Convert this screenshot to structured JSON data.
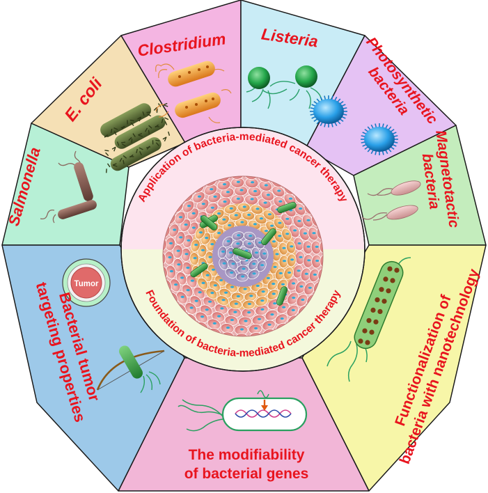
{
  "diagram": {
    "segments": [
      {
        "id": "salmonella",
        "label": "Salmonella",
        "color": "#b7f0d6"
      },
      {
        "id": "ecoli",
        "label": "E. coli",
        "color": "#f5e0b5"
      },
      {
        "id": "clostridium",
        "label": "Clostridium",
        "color": "#f4b5e2"
      },
      {
        "id": "listeria",
        "label": "Listeria",
        "color": "#c9ecf6"
      },
      {
        "id": "photosynthetic",
        "label_lines": [
          "Photosynthetic",
          "bacteria"
        ],
        "color": "#e5c2f4"
      },
      {
        "id": "magnetotactic",
        "label_lines": [
          "Magnetotactic",
          "bacteria"
        ],
        "color": "#c4edbd"
      },
      {
        "id": "nanotech",
        "label_lines": [
          "Functionalization of",
          "bacteria with nanotechnology"
        ],
        "color": "#f7f6a8"
      },
      {
        "id": "genes",
        "label_lines": [
          "The modifiability",
          "of bacterial genes"
        ],
        "color": "#f2b6d7"
      },
      {
        "id": "targeting",
        "label_lines": [
          "Bacterial tumor",
          "targeting properties"
        ],
        "color": "#9dc9e9"
      }
    ],
    "tumor_label": "Tumor",
    "ring_top": "Application of bacteria-mediated cancer therapy",
    "ring_bottom": "Foundation of bacteria-mediated cancer therapy",
    "colors": {
      "text": "#e8141e",
      "ring_top": "#fde4ee",
      "ring_bottom": "#f4f8dc",
      "outline": "#1a1a1a"
    }
  }
}
